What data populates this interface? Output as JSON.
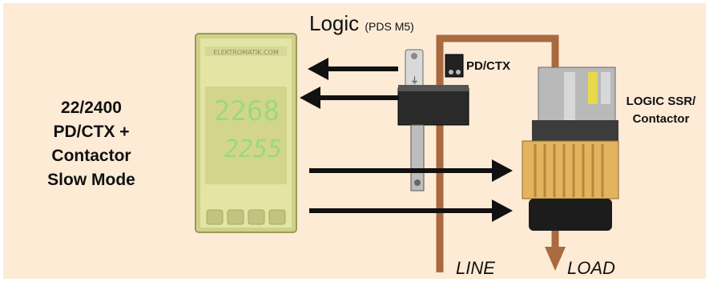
{
  "diagram": {
    "title_main": "Logic",
    "title_sub": "(PDS M5)",
    "controller_label_lines": [
      "22/2400",
      "PD/CTX +",
      "Contactor",
      "Slow Mode"
    ],
    "connector_label": "PD/CTX",
    "ssr_label_lines": [
      "LOGIC SSR/",
      "Contactor"
    ],
    "line_label": "LINE",
    "load_label": "LOAD",
    "controller_display": {
      "brand": "ELEKTROMATIK.COM",
      "value_top": "2268",
      "value_bottom": "2255"
    },
    "colors": {
      "background": "#fdebd6",
      "wire": "#a86a3e",
      "arrow": "#111111"
    }
  }
}
